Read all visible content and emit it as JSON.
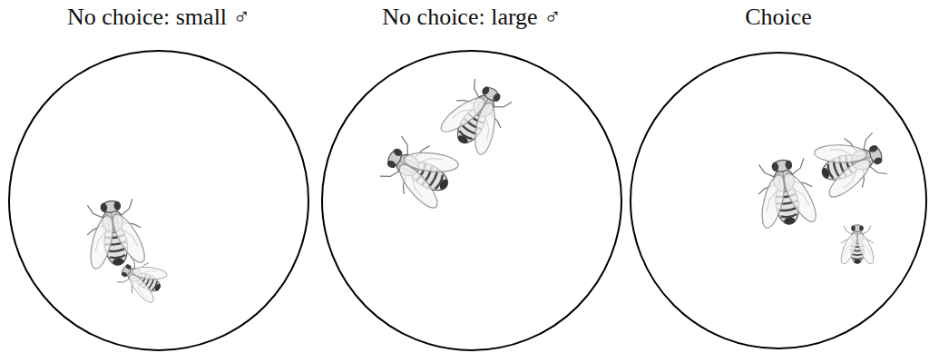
{
  "diagram": {
    "nodes": [
      {
        "text": [
          "No choice: small ♂"
        ]
      },
      {
        "text": [
          "No choice: large ♂"
        ]
      },
      {
        "text": [
          "Choice"
        ]
      }
    ]
  }
}
